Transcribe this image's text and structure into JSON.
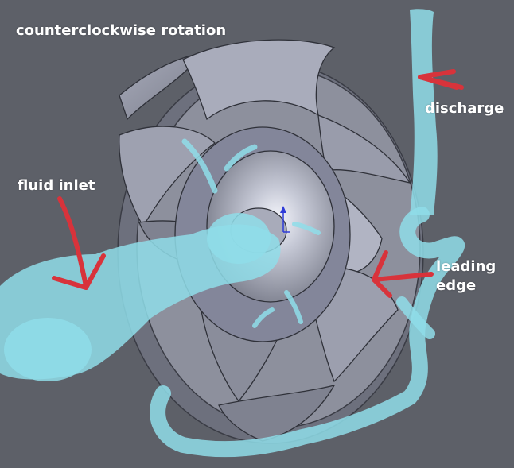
{
  "title": "counterclockwise rotation",
  "labels": {
    "fluid_inlet": "fluid inlet",
    "discharge": "discharge",
    "leading_edge_line1": "leading",
    "leading_edge_line2": "edge"
  },
  "colors": {
    "background": "#5d6068",
    "impeller": "#9a9dab",
    "fluid_path": "#8fdde9",
    "arrow": "#d8333b",
    "axis_marker": "#2e3bd8",
    "text": "#ffffff"
  }
}
